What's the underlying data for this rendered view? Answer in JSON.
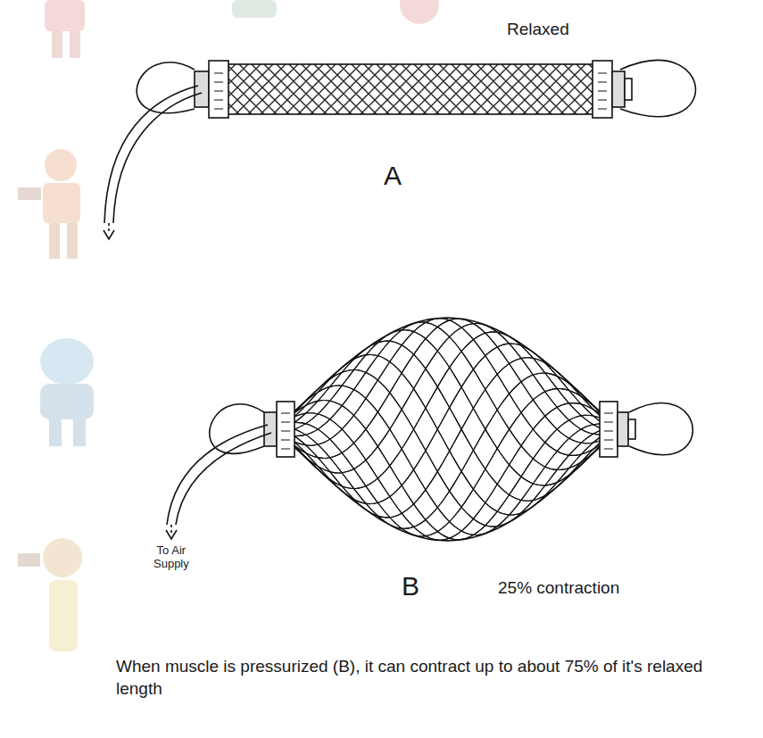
{
  "diagram": {
    "caption": "When muscle is pressurized (B), it can contract up to about 75% of it's relaxed length",
    "labels": [
      "Relaxed",
      "A",
      "B",
      "25% contraction",
      "To Air Supply"
    ]
  }
}
